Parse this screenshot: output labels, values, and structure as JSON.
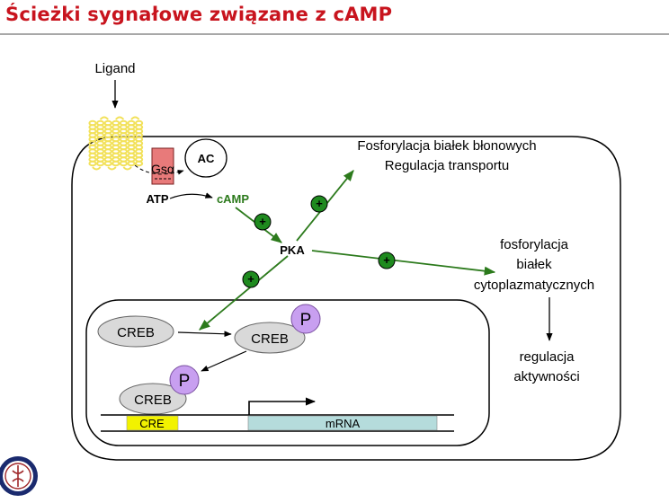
{
  "title": "Ścieżki sygnałowe związane z cAMP",
  "colors": {
    "title": "#c8141e",
    "green_arrow": "#2c7a1c",
    "plus_circle": "#1f8a1f",
    "phosphate": "#c89ff0",
    "creb_fill": "#d9d9d9",
    "cre_fill": "#f2f200",
    "mrna_fill": "#b5dcdc",
    "gs_fill": "#e87a7a",
    "membrane": "#f2e15a"
  },
  "diagram": {
    "ligand": "Ligand",
    "gs_alpha": "Gsα",
    "ac": "AC",
    "atp": "ATP",
    "camp": "cAMP",
    "pka": "PKA",
    "plus": "+",
    "phospho": "P",
    "creb": "CREB",
    "cre": "CRE",
    "mrna": "mRNA",
    "membrane_effect": [
      "Fosforylacja białek błonowych",
      "Regulacja transportu"
    ],
    "cytoplasmic_effect": [
      "fosforylacja",
      "białek",
      "cytoplazmatycznych"
    ],
    "activity_regulation": [
      "regulacja",
      "aktywności"
    ]
  }
}
